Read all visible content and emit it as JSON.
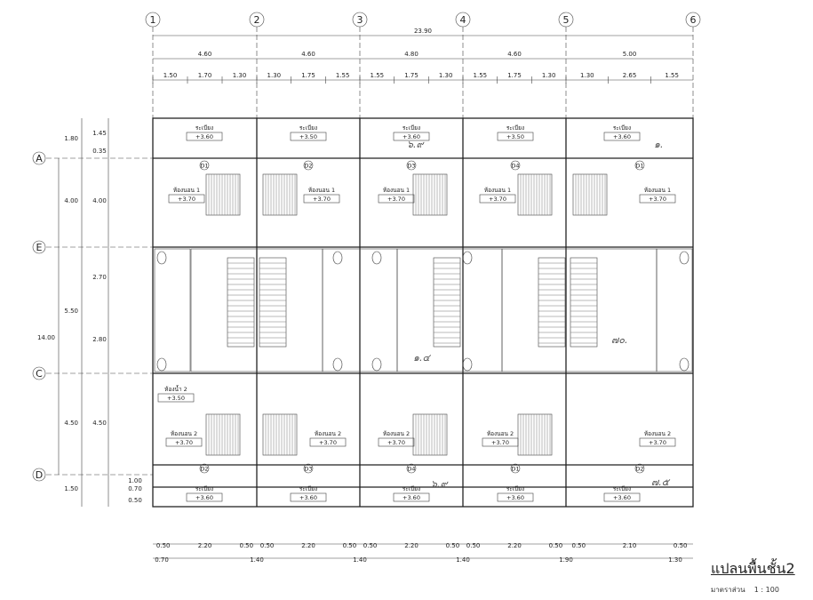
{
  "drawing": {
    "title": "แปลนพื้นชั้น2",
    "scale_label": "มาตราส่วน",
    "scale_value": "1 : 100"
  },
  "column_axes": [
    "1",
    "2",
    "3",
    "4",
    "5",
    "6"
  ],
  "row_axes": [
    "A",
    "E",
    "C",
    "D"
  ],
  "top_dims": {
    "overall": "23.90",
    "bays": [
      "4.60",
      "4.60",
      "4.80",
      "4.60",
      "5.00"
    ],
    "sub": [
      "1.50",
      "1.70",
      "1.30",
      "1.30",
      "1.75",
      "1.55",
      "1.55",
      "1.75",
      "1.30",
      "1.55",
      "1.75",
      "1.30",
      "1.30",
      "2.65",
      "1.55"
    ]
  },
  "left_dims": {
    "total": "14.00",
    "outer": [
      "1.80",
      "4.00",
      "5.50",
      "4.50",
      "1.50"
    ],
    "inner": [
      "1.45",
      "0.35",
      "4.00",
      "2.70",
      "2.80",
      "4.50",
      "1.00",
      "0.70",
      "0.50"
    ]
  },
  "bottom_dims": {
    "row1": [
      "0.50",
      "2.20",
      "0.50",
      "0.50",
      "2.20",
      "0.50",
      "0.50",
      "2.20",
      "0.50",
      "0.50",
      "2.20",
      "0.50",
      "0.50",
      "2.10",
      "0.50"
    ],
    "row2": [
      "0.70",
      "1.40",
      "1.40",
      "1.40",
      "1.90",
      "1.30"
    ]
  },
  "room_labels": {
    "balcony": "ระเบียง",
    "bedroom1": "ห้องนอน 1",
    "bedroom2": "ห้องนอน 2",
    "bathroom2": "ห้องน้ำ 2"
  },
  "level_tags": {
    "balcony_top": "+3.60",
    "balcony_top_alt": "+3.50",
    "bedroom": "+3.70",
    "bath": "+3.50",
    "balcony_bottom": "+3.60",
    "bath_bottom": "+3.50",
    "bath_rot": "+3.60"
  },
  "door_tags": [
    "D1",
    "D2",
    "D3",
    "D4"
  ],
  "handwritten": [
    "๑.",
    "๑.๔",
    "๗๐.",
    "๖.๙",
    "๗.๕",
    "๖.๙"
  ],
  "colors": {
    "ink": "#222222",
    "hatch": "#777777",
    "paper": "#ffffff"
  }
}
